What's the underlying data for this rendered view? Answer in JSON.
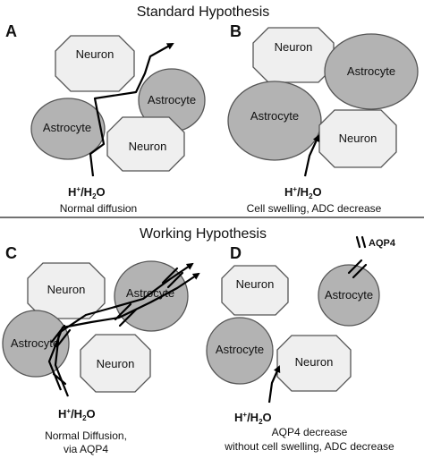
{
  "titles": {
    "standard": "Standard Hypothesis",
    "working": "Working Hypothesis"
  },
  "panels": {
    "a": "A",
    "b": "B",
    "c": "C",
    "d": "D"
  },
  "cells": {
    "neuron": "Neuron",
    "astrocyte": "Astrocyte"
  },
  "ions": {
    "h": "H",
    "sup": "+",
    "water": "/H",
    "sub": "2",
    "o": "O"
  },
  "captions": {
    "a": "Normal diffusion",
    "b": "Cell swelling, ADC decrease",
    "c_line1": "Normal Diffusion,",
    "c_line2": "via AQP4",
    "d_line1": "AQP4 decrease",
    "d_line2": "without cell swelling, ADC decrease"
  },
  "legend": {
    "label": "AQP4",
    "icon": "aqp4-channel-icon"
  },
  "colors": {
    "neuron_fill": "#efefef",
    "astrocyte_fill": "#b3b3b3",
    "outline": "#555555",
    "arrow": "#000000"
  }
}
